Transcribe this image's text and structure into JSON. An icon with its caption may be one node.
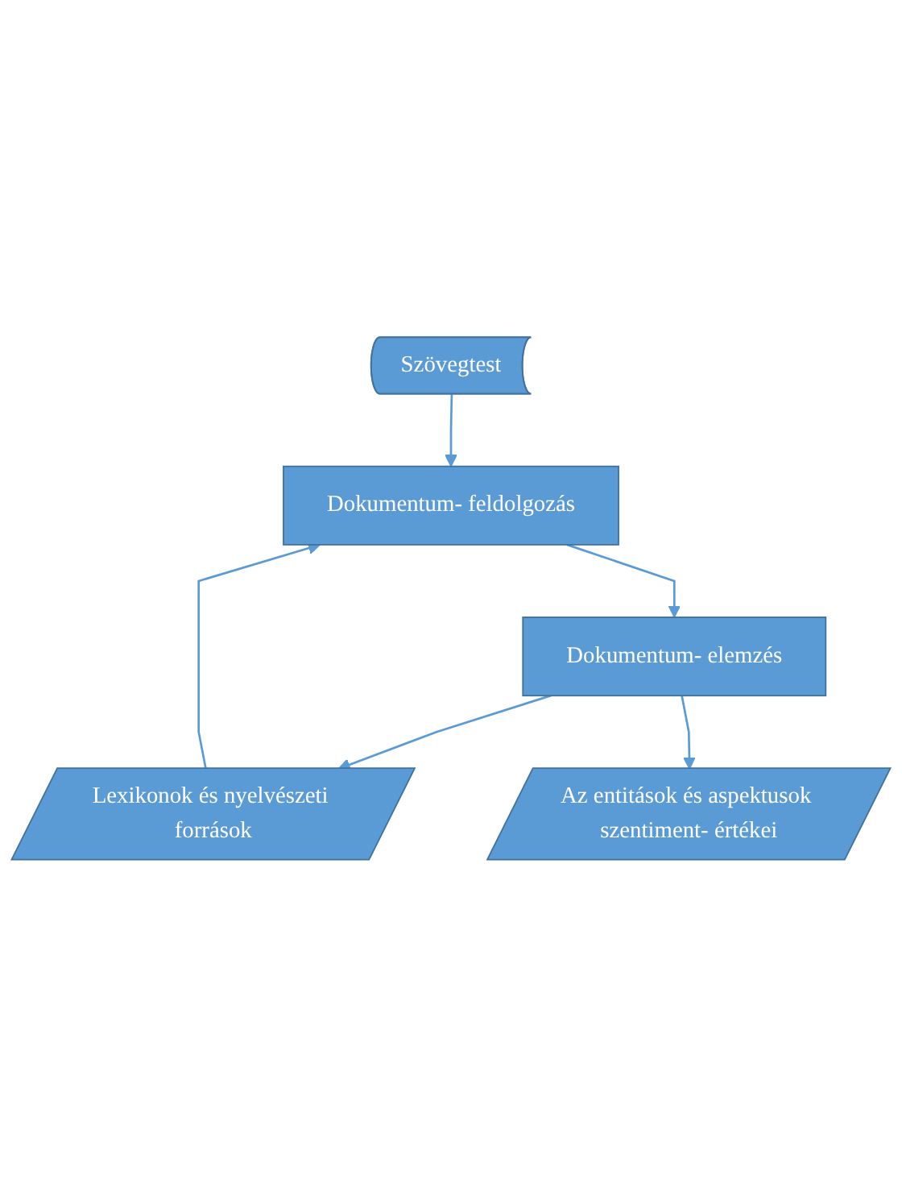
{
  "diagram": {
    "nodes": [
      {
        "text": [
          "Szövegtest"
        ]
      },
      {
        "text": [
          "Lexikonok és nyelvészeti források"
        ]
      },
      {
        "text": [
          "Dokumentum- feldolgozás"
        ]
      },
      {
        "text": [
          "Dokumentum- elemzés"
        ]
      },
      {
        "text": [
          "Az entitások és aspektusok szentiment- értékei"
        ]
      }
    ],
    "edges": [
      {
        "from": 0,
        "to": 2,
        "arrow": "to"
      },
      {
        "from": 1,
        "to": 2,
        "arrow": "to"
      },
      {
        "from": 2,
        "to": 3,
        "arrow": "to"
      },
      {
        "from": 3,
        "to": 1,
        "arrow": "to"
      },
      {
        "from": 3,
        "to": 4,
        "arrow": "to"
      }
    ]
  }
}
